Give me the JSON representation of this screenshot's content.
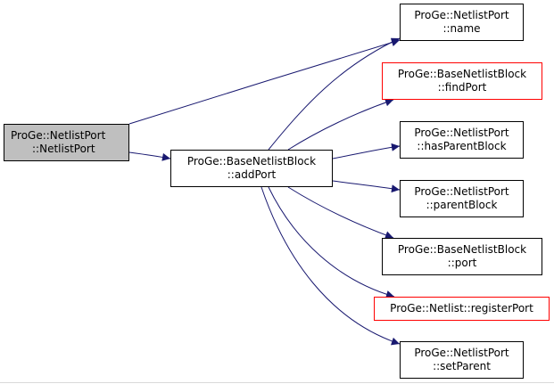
{
  "colors": {
    "edge": "#191970",
    "root_fill": "#bfbfbf",
    "highlight_border": "#ff0000",
    "border": "#000000"
  },
  "nodes": {
    "root": {
      "line1": "ProGe::NetlistPort",
      "line2": "::NetlistPort"
    },
    "addPort": {
      "line1": "ProGe::BaseNetlistBlock",
      "line2": "::addPort"
    },
    "name": {
      "line1": "ProGe::NetlistPort",
      "line2": "::name"
    },
    "findPort": {
      "line1": "ProGe::BaseNetlistBlock",
      "line2": "::findPort"
    },
    "hasParentBlock": {
      "line1": "ProGe::NetlistPort",
      "line2": "::hasParentBlock"
    },
    "parentBlock": {
      "line1": "ProGe::NetlistPort",
      "line2": "::parentBlock"
    },
    "port": {
      "line1": "ProGe::BaseNetlistBlock",
      "line2": "::port"
    },
    "registerPort": {
      "line1": "ProGe::Netlist::registerPort"
    },
    "setParent": {
      "line1": "ProGe::NetlistPort",
      "line2": "::setParent"
    }
  }
}
